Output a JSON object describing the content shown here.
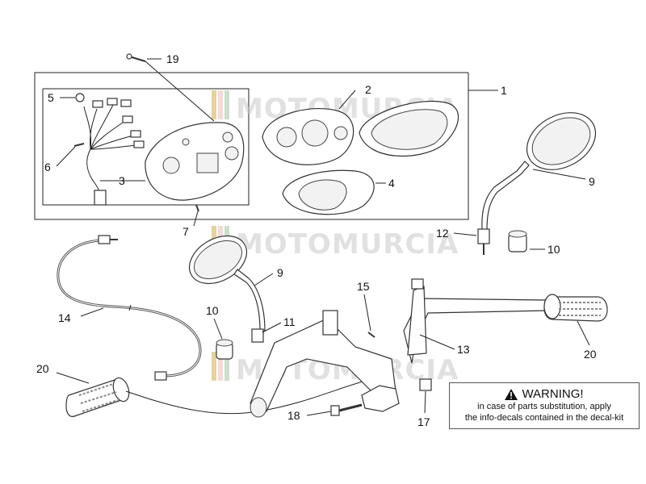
{
  "callouts": {
    "c1": "1",
    "c2": "2",
    "c3": "3",
    "c4": "4",
    "c5": "5",
    "c6": "6",
    "c7": "7",
    "c9a": "9",
    "c9b": "9",
    "c10a": "10",
    "c10b": "10",
    "c11": "11",
    "c12": "12",
    "c13": "13",
    "c14": "14",
    "c15": "15",
    "c17": "17",
    "c18": "18",
    "c19": "19",
    "c20a": "20",
    "c20b": "20"
  },
  "watermark": {
    "text": "MOTOMURCIA"
  },
  "warning": {
    "title": "WARNING!",
    "line1": "in case of parts substitution, apply",
    "line2": "the info-decals contained in the decal-kit"
  }
}
